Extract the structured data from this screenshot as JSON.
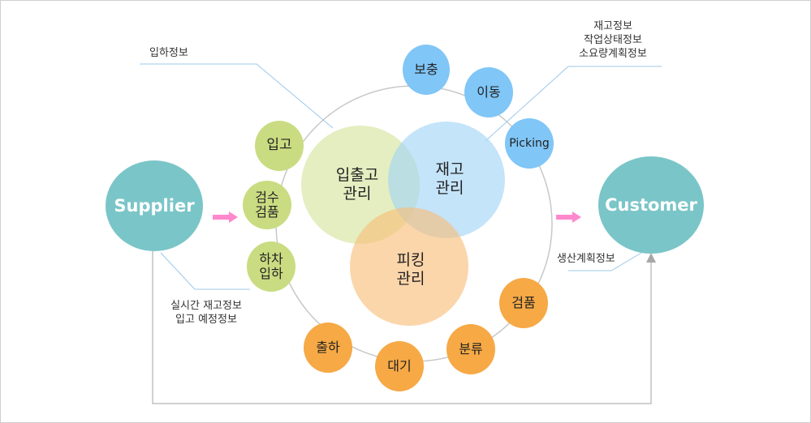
{
  "title": "입출고 / 재고 / 피킹 관리 개념도",
  "colors": {
    "entity": "#7ac5c8",
    "inbound": "#c9dc82",
    "inventory": "#80c6f7",
    "outbound": "#f6a945",
    "venn_inbound": "#dde9b3",
    "venn_inventory": "#aedcf8",
    "venn_picking": "#fbc98d",
    "flow_arrow": "#ff88cc",
    "info_line": "#9cc8ea",
    "ring": "#c8c8c8"
  },
  "entities": {
    "supplier": "Supplier",
    "customer": "Customer"
  },
  "venn": {
    "inbound_mgmt": "입출고\n관리",
    "inventory_mgmt": "재고\n관리",
    "picking_mgmt": "피킹\n관리"
  },
  "ring_steps": {
    "inbound": [
      {
        "id": "receiving",
        "label": "입고"
      },
      {
        "id": "inspection",
        "label": "검수\n검품"
      },
      {
        "id": "unloading",
        "label": "하차\n입하"
      }
    ],
    "inventory": [
      {
        "id": "replenish",
        "label": "보충"
      },
      {
        "id": "move",
        "label": "이동"
      },
      {
        "id": "picking",
        "label": "Picking"
      }
    ],
    "outbound": [
      {
        "id": "check",
        "label": "검품"
      },
      {
        "id": "sort",
        "label": "분류"
      },
      {
        "id": "wait",
        "label": "대기"
      },
      {
        "id": "ship",
        "label": "출하"
      }
    ]
  },
  "notes": {
    "inbound_info": "입하정보",
    "inventory_info": "재고정보\n작업상태정보\n소요량계획정보",
    "supplier_info": "실시간 재고정보\n입고 예정정보",
    "production_plan": "생산계획정보"
  },
  "icons": {
    "flow_arrow": "right-arrow-icon",
    "loop_arrow": "up-arrow-icon"
  }
}
